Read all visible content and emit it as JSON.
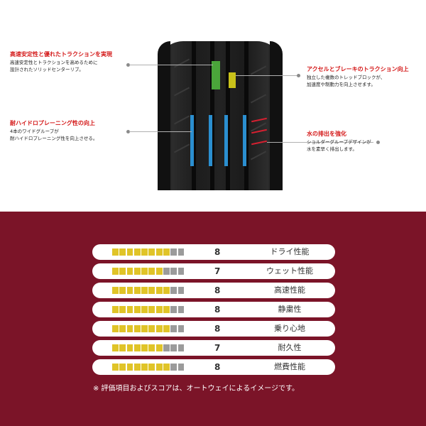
{
  "callouts": {
    "stability": {
      "title": "高速安定性と優れたトラクションを実現",
      "body1": "高速安定性とトラクションを高めるために",
      "body2": "設計されたソリッドセンターリブ。"
    },
    "hydroplaning": {
      "title": "耐ハイドロプレーニング性の向上",
      "body1": "4本のワイドグループが",
      "body2": "耐ハイドロプレーニング性を向上させる。"
    },
    "traction": {
      "title": "アクセルとブレーキのトラクション向上",
      "body1": "独立した複数のトレッドブロックが、",
      "body2": "加速度や制動力を向上させます。"
    },
    "drainage": {
      "title": "水の排出を強化",
      "body1": "ショルダーグループデザインが",
      "body2": "水を素早く排出します。"
    }
  },
  "ratings": {
    "max_score": 10,
    "items": [
      {
        "label": "ドライ性能",
        "score": "8"
      },
      {
        "label": "ウェット性能",
        "score": "7"
      },
      {
        "label": "高速性能",
        "score": "8"
      },
      {
        "label": "静粛性",
        "score": "8"
      },
      {
        "label": "乗り心地",
        "score": "8"
      },
      {
        "label": "耐久性",
        "score": "7"
      },
      {
        "label": "燃費性能",
        "score": "8"
      }
    ]
  },
  "note": "※ 評価項目およびスコアは、オートウェイによるイメージです。",
  "colors": {
    "background_bottom": "#7b1428",
    "bar_filled": "#e0c428",
    "bar_empty": "#9b9b9b",
    "callout_title": "#d41818",
    "highlight_green": "#4aa53a",
    "highlight_yellow": "#c9c21a",
    "highlight_blue": "#2b8fd0",
    "highlight_red": "#d42030"
  }
}
